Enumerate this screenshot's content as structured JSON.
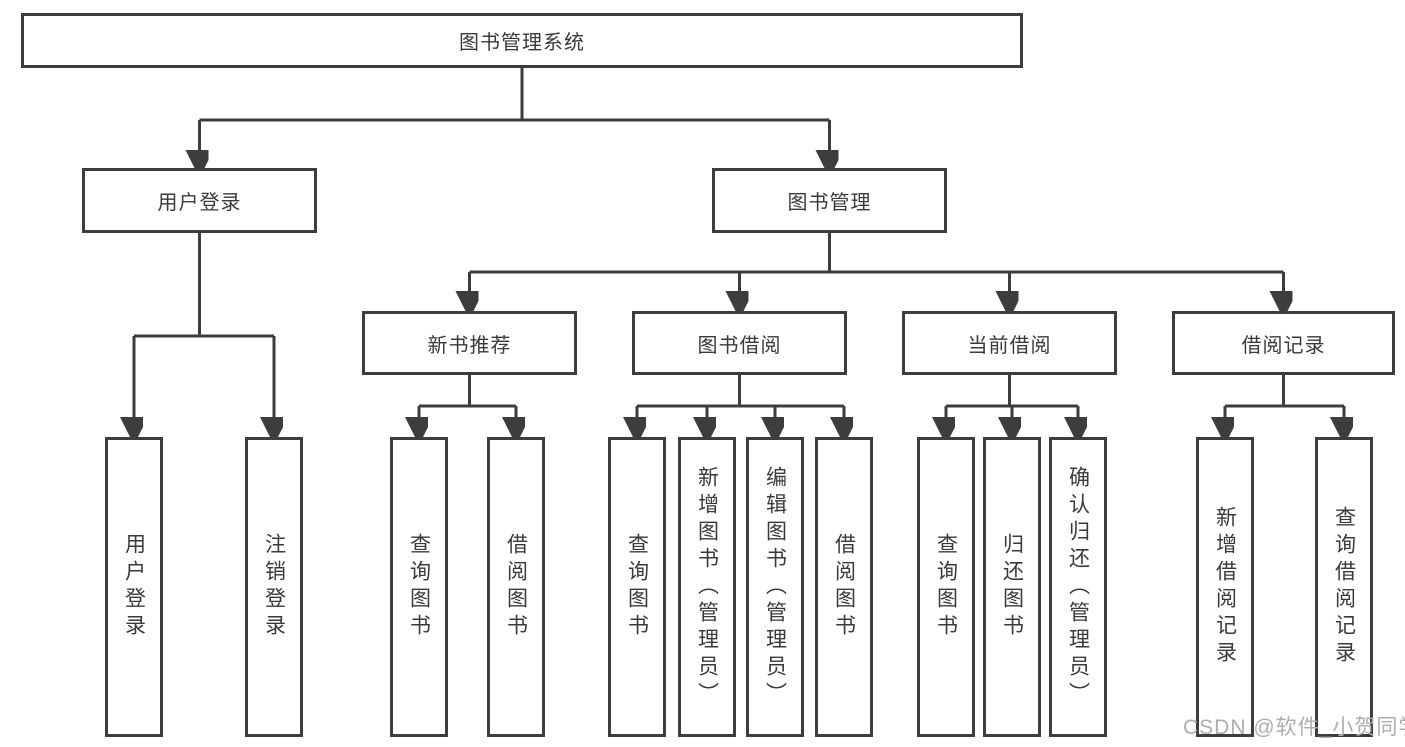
{
  "diagram": {
    "root": {
      "label": "图书管理系统"
    },
    "branches": [
      {
        "label": "用户登录",
        "children": [
          {
            "label": "用户登录"
          },
          {
            "label": "注销登录"
          }
        ]
      },
      {
        "label": "图书管理",
        "children": [
          {
            "label": "新书推荐",
            "children": [
              {
                "label": "查询图书"
              },
              {
                "label": "借阅图书"
              }
            ]
          },
          {
            "label": "图书借阅",
            "children": [
              {
                "label": "查询图书"
              },
              {
                "label": "新增图书（管理员）"
              },
              {
                "label": "编辑图书（管理员）"
              },
              {
                "label": "借阅图书"
              }
            ]
          },
          {
            "label": "当前借阅",
            "children": [
              {
                "label": "查询图书"
              },
              {
                "label": "归还图书"
              },
              {
                "label": "确认归还（管理员）"
              }
            ]
          },
          {
            "label": "借阅记录",
            "children": [
              {
                "label": "新增借阅记录"
              },
              {
                "label": "查询借阅记录"
              }
            ]
          }
        ]
      }
    ]
  },
  "watermark": {
    "text": "CSDN @软件_小贺同学"
  },
  "colors": {
    "line": "#3d3d3d",
    "box_border": "#3d3d3d",
    "text": "#3a3a3a",
    "watermark": "#aeaeae",
    "background": "#ffffff"
  }
}
